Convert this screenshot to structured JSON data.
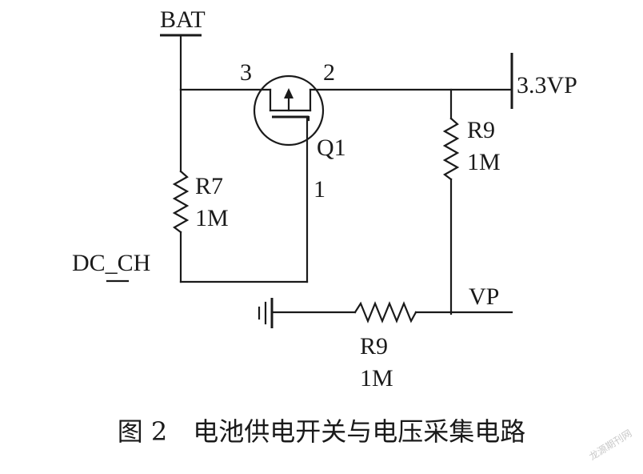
{
  "labels": {
    "bat": "BAT",
    "v33": "3.3VP",
    "pin3": "3",
    "pin2": "2",
    "pin1": "1",
    "q1": "Q1",
    "r7_name": "R7",
    "r7_value": "1M",
    "r9a_name": "R9",
    "r9a_value": "1M",
    "r9b_name": "R9",
    "r9b_value": "1M",
    "dc_ch": "DC_CH",
    "vp": "VP"
  },
  "caption": "图 2　电池供电开关与电压采集电路",
  "watermark": "龙源期刊网",
  "colors": {
    "ink": "#1a1a1a",
    "watermark": "#c9c9c9"
  }
}
